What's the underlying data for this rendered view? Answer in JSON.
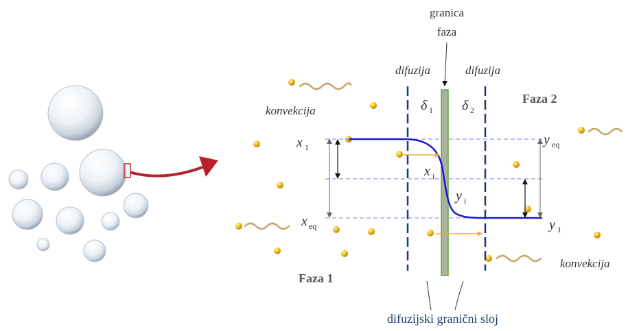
{
  "labels": {
    "interface_title_line1": "granica",
    "interface_title_line2": "faza",
    "diffusion_left": "difuzija",
    "diffusion_right": "difuzija",
    "delta1_symbol": "δ",
    "delta1_sub": "1",
    "delta2_symbol": "δ",
    "delta2_sub": "2",
    "phase2": "Faza 2",
    "phase1": "Faza 1",
    "convection_left": "konvekcija",
    "convection_right": "konvekcija",
    "x1_symbol": "x",
    "x1_sub": "1",
    "xeq_symbol": "x",
    "xeq_sub": "eq",
    "xi_symbol": "x",
    "xi_sub": "i",
    "yi_symbol": "y",
    "yi_sub": "i",
    "yeq_symbol": "y",
    "yeq_sub": "eq",
    "y1_symbol": "y",
    "y1_sub": "1",
    "boundary_layer": "difuzijski granični sloj"
  },
  "colors": {
    "profile_line": "#1a1ad6",
    "dashed_guides": "#7a7aff",
    "film_lines": "#1f3a6b",
    "interface_fill": "#a9b39a",
    "interface_stroke": "#6fa043",
    "particle": "#e3b21c",
    "squiggle": "#c9a46a",
    "big_arrow": "#b5222a",
    "flux_arrow": "#e8a93a",
    "boundary_label": "#1f3a6b"
  }
}
